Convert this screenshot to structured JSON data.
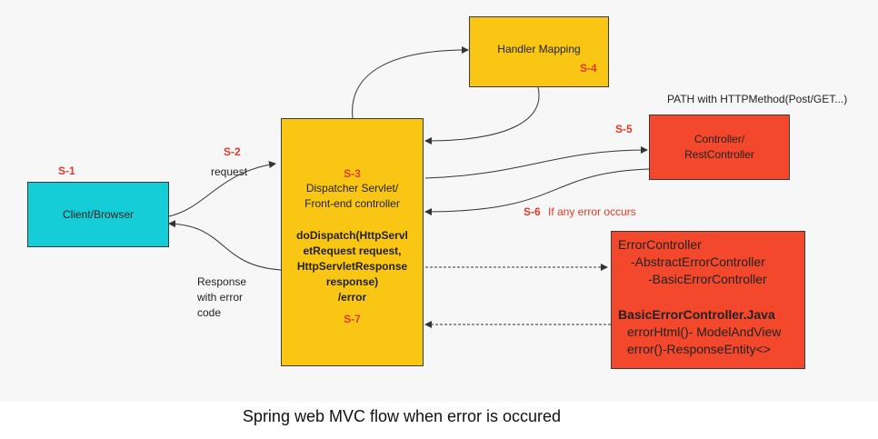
{
  "colors": {
    "client": "#15cdd6",
    "dispatcher": "#fac614",
    "handler": "#fac614",
    "controller": "#f3482b",
    "error_controller": "#f3482b",
    "step_label": "#e03a28",
    "arrow": "#333333"
  },
  "client": {
    "label": "Client/Browser",
    "step": "S-1"
  },
  "request": {
    "label": "request",
    "step": "S-2"
  },
  "dispatcher": {
    "step": "S-3",
    "line1": "Dispatcher Servlet/",
    "line2": "Front-end controller",
    "code1": "doDispatch(HttpServl",
    "code2": "etRequest request,",
    "code3": "HttpServletResponse",
    "code4": "response)",
    "code5": "/error",
    "step7": "S-7"
  },
  "handler": {
    "label": "Handler Mapping",
    "step": "S-4"
  },
  "path_note": "PATH with HTTPMethod(Post/GET...)",
  "controller": {
    "step": "S-5",
    "line1": "Controller/",
    "line2": "RestController"
  },
  "error_step": {
    "step": "S-6",
    "label": "If any error occurs"
  },
  "response": {
    "line1": "Response",
    "line2": "with error",
    "line3": "code"
  },
  "error_controller": {
    "line1": "ErrorController",
    "line2": "-AbstractErrorController",
    "line3": "-BasicErrorController",
    "line4": "BasicErrorController.Java",
    "line5": "errorHtml()- ModelAndView",
    "line6": "error()-ResponseEntity<>"
  },
  "caption": "Spring web MVC flow when error is occured"
}
